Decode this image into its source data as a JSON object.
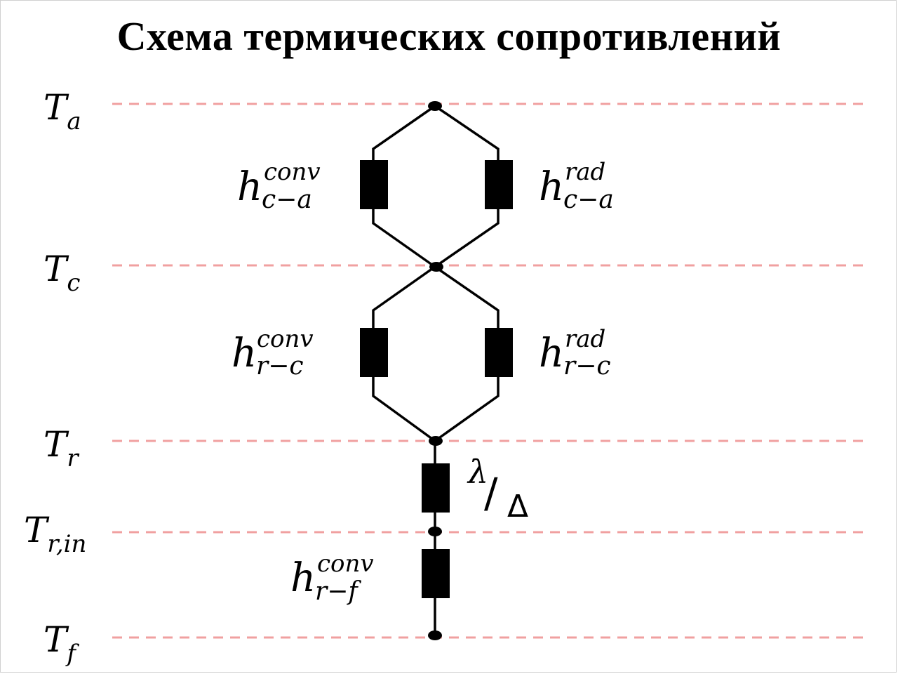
{
  "title": "Схема термических сопротивлений",
  "levels": [
    {
      "id": "Ta",
      "main": "T",
      "sub": "a"
    },
    {
      "id": "Tc",
      "main": "T",
      "sub": "c"
    },
    {
      "id": "Tr",
      "main": "T",
      "sub": "r"
    },
    {
      "id": "Trin",
      "main": "T",
      "sub": "r,in"
    },
    {
      "id": "Tf",
      "main": "T",
      "sub": "f"
    }
  ],
  "resistors": [
    {
      "id": "hconv_ca",
      "main": "h",
      "sup": "conv",
      "sub": "c−a"
    },
    {
      "id": "hrad_ca",
      "main": "h",
      "sup": "rad",
      "sub": "c−a"
    },
    {
      "id": "hconv_rc",
      "main": "h",
      "sup": "conv",
      "sub": "r−c"
    },
    {
      "id": "hrad_rc",
      "main": "h",
      "sup": "rad",
      "sub": "r−c"
    },
    {
      "id": "lambda_delta",
      "numerator": "λ",
      "slash": "/",
      "denominator": "Δ"
    },
    {
      "id": "hconv_rf",
      "main": "h",
      "sup": "conv",
      "sub": "r−f"
    }
  ],
  "colors": {
    "dashed_line": "#f0a0a0",
    "wire": "#000000",
    "resistor": "#000000"
  }
}
